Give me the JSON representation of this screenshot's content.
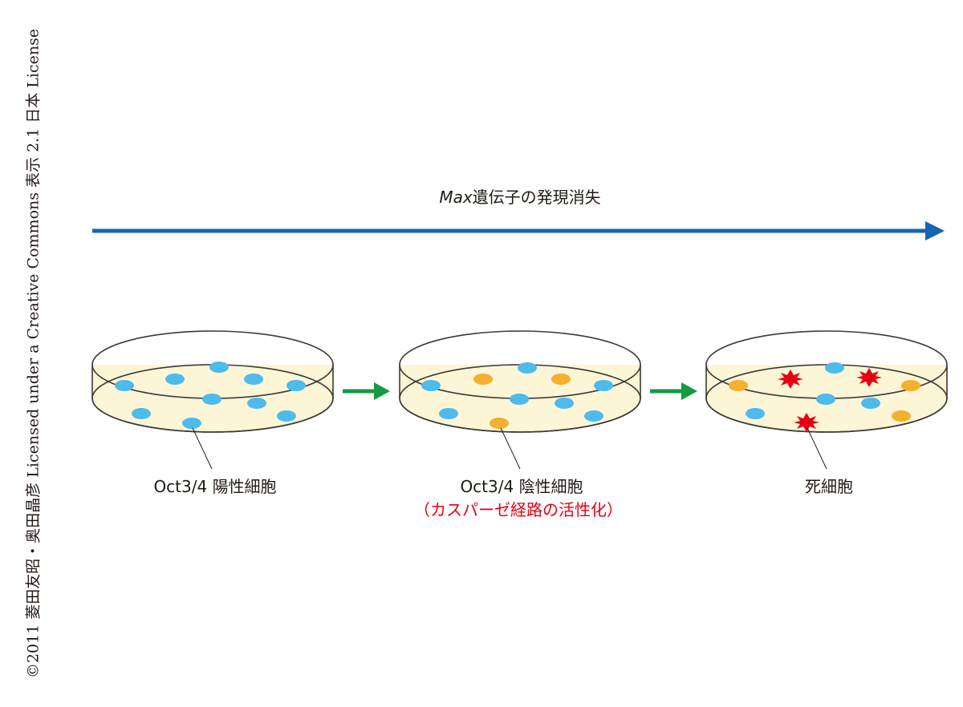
{
  "copyright": "©2011 菱田友昭・奥田晶彦 Licensed under a Creative Commons 表示 2.1 日本 License",
  "timeline": {
    "label_italic": "Max",
    "label_rest": "遺伝子の発現消失"
  },
  "dishes": [
    {
      "label": "Oct3/4 陽性細胞",
      "sublabel": ""
    },
    {
      "label": "Oct3/4 陰性細胞",
      "sublabel": "（カスパーゼ経路の活性化）"
    },
    {
      "label": "死細胞",
      "sublabel": ""
    }
  ],
  "colors": {
    "timeline_arrow": "#1565b3",
    "step_arrow": "#139a43",
    "medium": "#fdf6d6",
    "positive_cell": "#4dbbec",
    "negative_cell": "#f4b02e",
    "dead_cell": "#e60012",
    "sublabel": "#e60012"
  }
}
